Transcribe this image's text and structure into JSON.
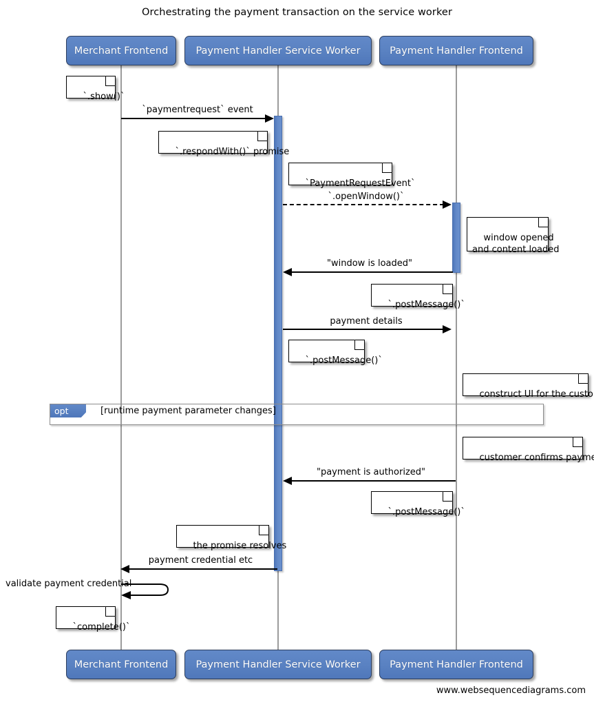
{
  "diagram": {
    "title": "Orchestrating the payment transaction on the service worker",
    "footer": "www.websequencediagrams.com",
    "colors": {
      "participant_fill": "#5a82c2",
      "participant_border": "#2c3d5c",
      "activation_fill": "#5a82c2",
      "lifeline": "#9b9b9b",
      "fragment_border": "#8c8c8c",
      "note_border": "#000000",
      "text": "#000000"
    }
  },
  "participants": [
    {
      "id": "merchant",
      "label": "Merchant Frontend"
    },
    {
      "id": "sw",
      "label": "Payment Handler Service Worker"
    },
    {
      "id": "phf",
      "label": "Payment Handler Frontend"
    }
  ],
  "participants_bottom": [
    {
      "id": "merchant",
      "label": "Merchant Frontend"
    },
    {
      "id": "sw",
      "label": "Payment Handler Service Worker"
    },
    {
      "id": "phf",
      "label": "Payment Handler Frontend"
    }
  ],
  "messages": [
    {
      "id": "m1",
      "label": "`paymentrequest` event",
      "from": "merchant",
      "to": "sw",
      "style": "solid",
      "direction": "right"
    },
    {
      "id": "m2",
      "label": "`.openWindow()`",
      "from": "sw",
      "to": "phf",
      "style": "dashed",
      "direction": "right"
    },
    {
      "id": "m3",
      "label": "\"window is loaded\"",
      "from": "phf",
      "to": "sw",
      "style": "solid",
      "direction": "left"
    },
    {
      "id": "m4",
      "label": "payment details",
      "from": "sw",
      "to": "phf",
      "style": "solid",
      "direction": "right"
    },
    {
      "id": "m5",
      "label": "\"payment is authorized\"",
      "from": "phf",
      "to": "sw",
      "style": "solid",
      "direction": "left"
    },
    {
      "id": "m6",
      "label": "payment credential etc",
      "from": "sw",
      "to": "merchant",
      "style": "solid",
      "direction": "left"
    },
    {
      "id": "m7",
      "label": "validate payment credential",
      "from": "merchant",
      "to": "merchant",
      "style": "self",
      "direction": "left"
    }
  ],
  "notes": [
    {
      "id": "n1",
      "text": "`.show()`"
    },
    {
      "id": "n2",
      "text": "`.respondWith()` promise"
    },
    {
      "id": "n3",
      "text": "`PaymentRequestEvent`"
    },
    {
      "id": "n4",
      "text": "window opened\nand content loaded"
    },
    {
      "id": "n5",
      "text": "`.postMessage()`"
    },
    {
      "id": "n6",
      "text": "`.postMessage()`"
    },
    {
      "id": "n7",
      "text": "construct UI for the customer"
    },
    {
      "id": "n8",
      "text": "customer confirms payment"
    },
    {
      "id": "n9",
      "text": "`.postMessage()`"
    },
    {
      "id": "n10",
      "text": "the promise resolves"
    },
    {
      "id": "n11",
      "text": "`complete()`"
    }
  ],
  "fragment": {
    "kind": "opt",
    "condition": "[runtime payment parameter changes]"
  }
}
